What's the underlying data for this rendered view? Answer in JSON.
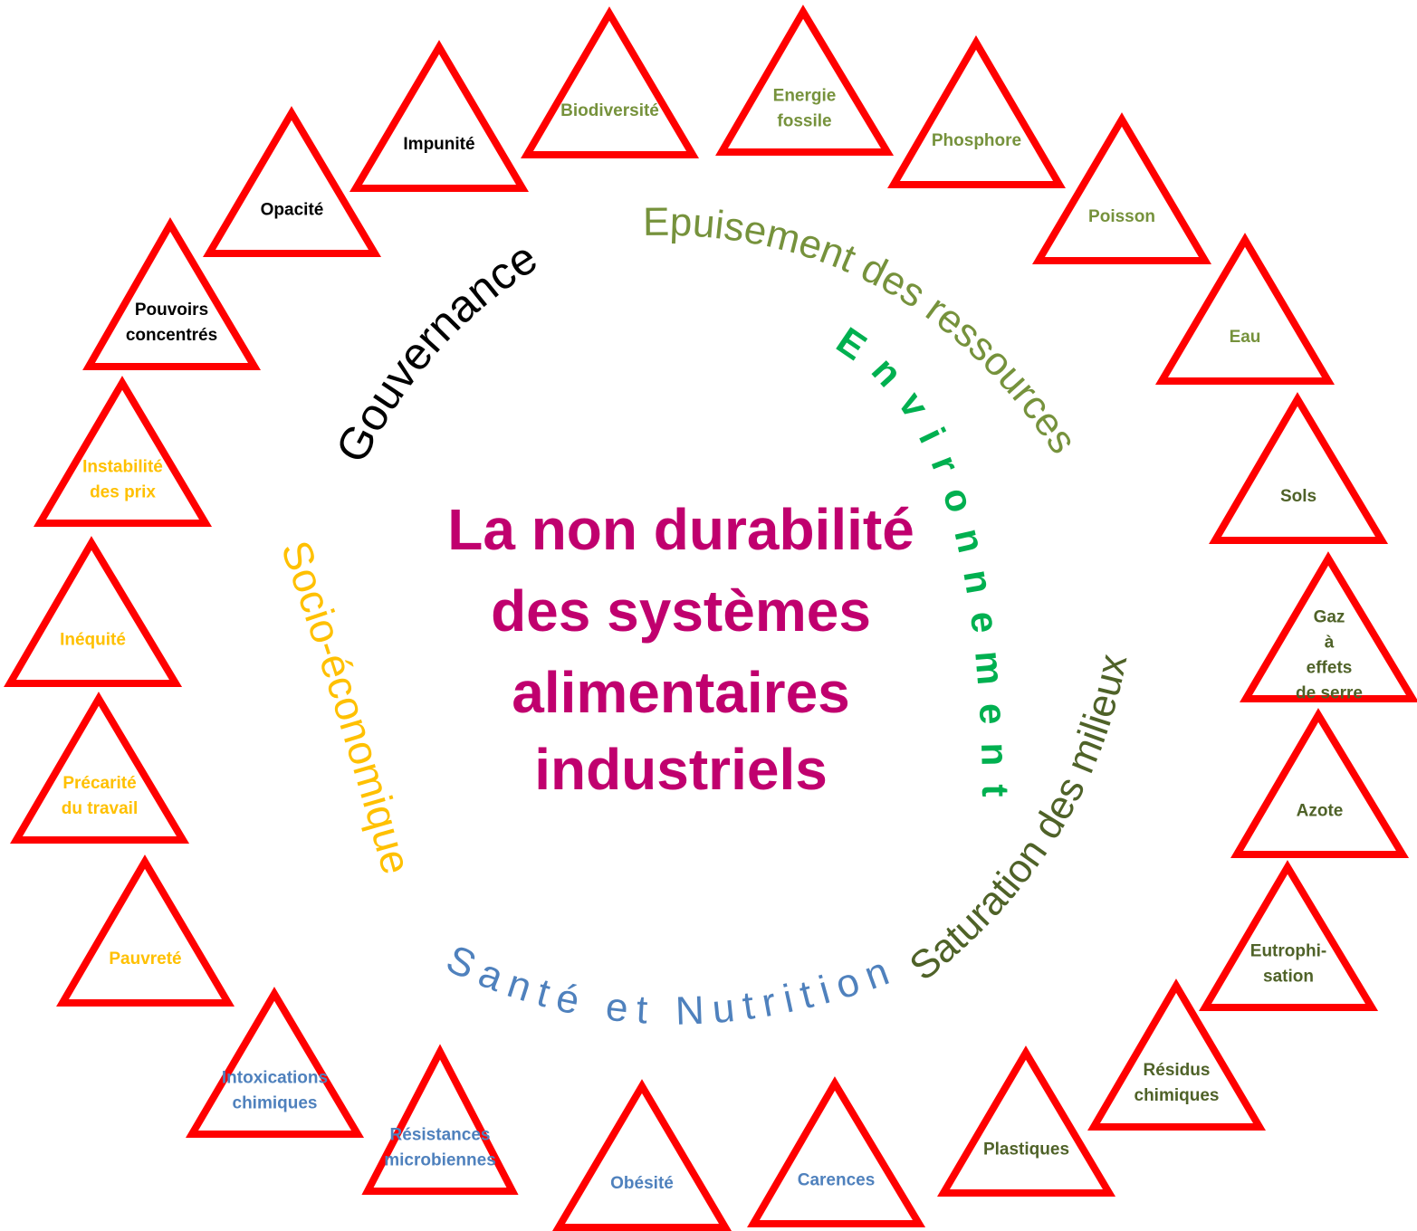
{
  "title": {
    "lines": [
      "La non durabilité",
      "des systèmes",
      "alimentaires",
      "industriels"
    ],
    "color": "#c0006e"
  },
  "colors": {
    "triangle_stroke": "#ff0000",
    "governance": "#000000",
    "resources": "#76923c",
    "saturation": "#4f6228",
    "environment": "#00b050",
    "socio": "#ffc000",
    "health": "#4f81bd"
  },
  "categories": {
    "governance": "Gouvernance",
    "resources": "Epuisement des ressources",
    "environment": "Environnement",
    "saturation": "Saturation des milieux",
    "health": "Santé et Nutrition",
    "socio": "Socio-économique"
  },
  "triangles": [
    {
      "id": "impunite",
      "lines": [
        "Impunité"
      ],
      "group": "governance"
    },
    {
      "id": "biodiversite",
      "lines": [
        "Biodiversité"
      ],
      "group": "resources"
    },
    {
      "id": "energie-fossile",
      "lines": [
        "Energie",
        "fossile"
      ],
      "group": "resources"
    },
    {
      "id": "phosphore",
      "lines": [
        "Phosphore"
      ],
      "group": "resources"
    },
    {
      "id": "opacite",
      "lines": [
        "Opacité"
      ],
      "group": "governance"
    },
    {
      "id": "poisson",
      "lines": [
        "Poisson"
      ],
      "group": "resources"
    },
    {
      "id": "pouvoirs-concentres",
      "lines": [
        "Pouvoirs",
        "concentrés"
      ],
      "group": "governance"
    },
    {
      "id": "eau",
      "lines": [
        "Eau"
      ],
      "group": "resources"
    },
    {
      "id": "instabilite-prix",
      "lines": [
        "Instabilité",
        "des prix"
      ],
      "group": "socio"
    },
    {
      "id": "sols",
      "lines": [
        "Sols"
      ],
      "group": "saturation"
    },
    {
      "id": "inequite",
      "lines": [
        "Inéquité"
      ],
      "group": "socio"
    },
    {
      "id": "gaz-effet-serre",
      "lines": [
        "Gaz",
        "à",
        "effets",
        "de serre"
      ],
      "group": "saturation"
    },
    {
      "id": "precarite-travail",
      "lines": [
        "Précarité",
        "du travail"
      ],
      "group": "socio"
    },
    {
      "id": "azote",
      "lines": [
        "Azote"
      ],
      "group": "saturation"
    },
    {
      "id": "pauvrete",
      "lines": [
        "Pauvreté"
      ],
      "group": "socio"
    },
    {
      "id": "eutrophisation",
      "lines": [
        "Eutrophi-",
        "sation"
      ],
      "group": "saturation"
    },
    {
      "id": "intoxications-chimiques",
      "lines": [
        "Intoxications",
        "chimiques"
      ],
      "group": "health"
    },
    {
      "id": "residus-chimiques",
      "lines": [
        "Résidus",
        "chimiques"
      ],
      "group": "saturation"
    },
    {
      "id": "resistances-microbiennes",
      "lines": [
        "Résistances",
        "microbiennes"
      ],
      "group": "health"
    },
    {
      "id": "plastiques",
      "lines": [
        "Plastiques"
      ],
      "group": "saturation"
    },
    {
      "id": "obesite",
      "lines": [
        "Obésité"
      ],
      "group": "health"
    },
    {
      "id": "carences",
      "lines": [
        "Carences"
      ],
      "group": "health"
    }
  ]
}
